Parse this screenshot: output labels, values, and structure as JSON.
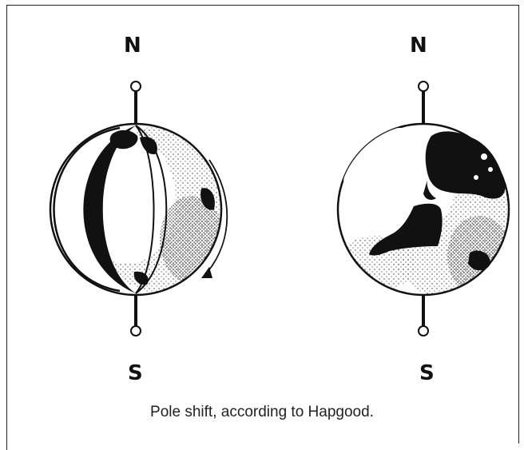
{
  "left_globe": {
    "north_label": "N",
    "south_label": "S"
  },
  "right_globe": {
    "north_label": "N",
    "south_label": "S"
  },
  "caption": "Pole shift, according to Hapgood."
}
